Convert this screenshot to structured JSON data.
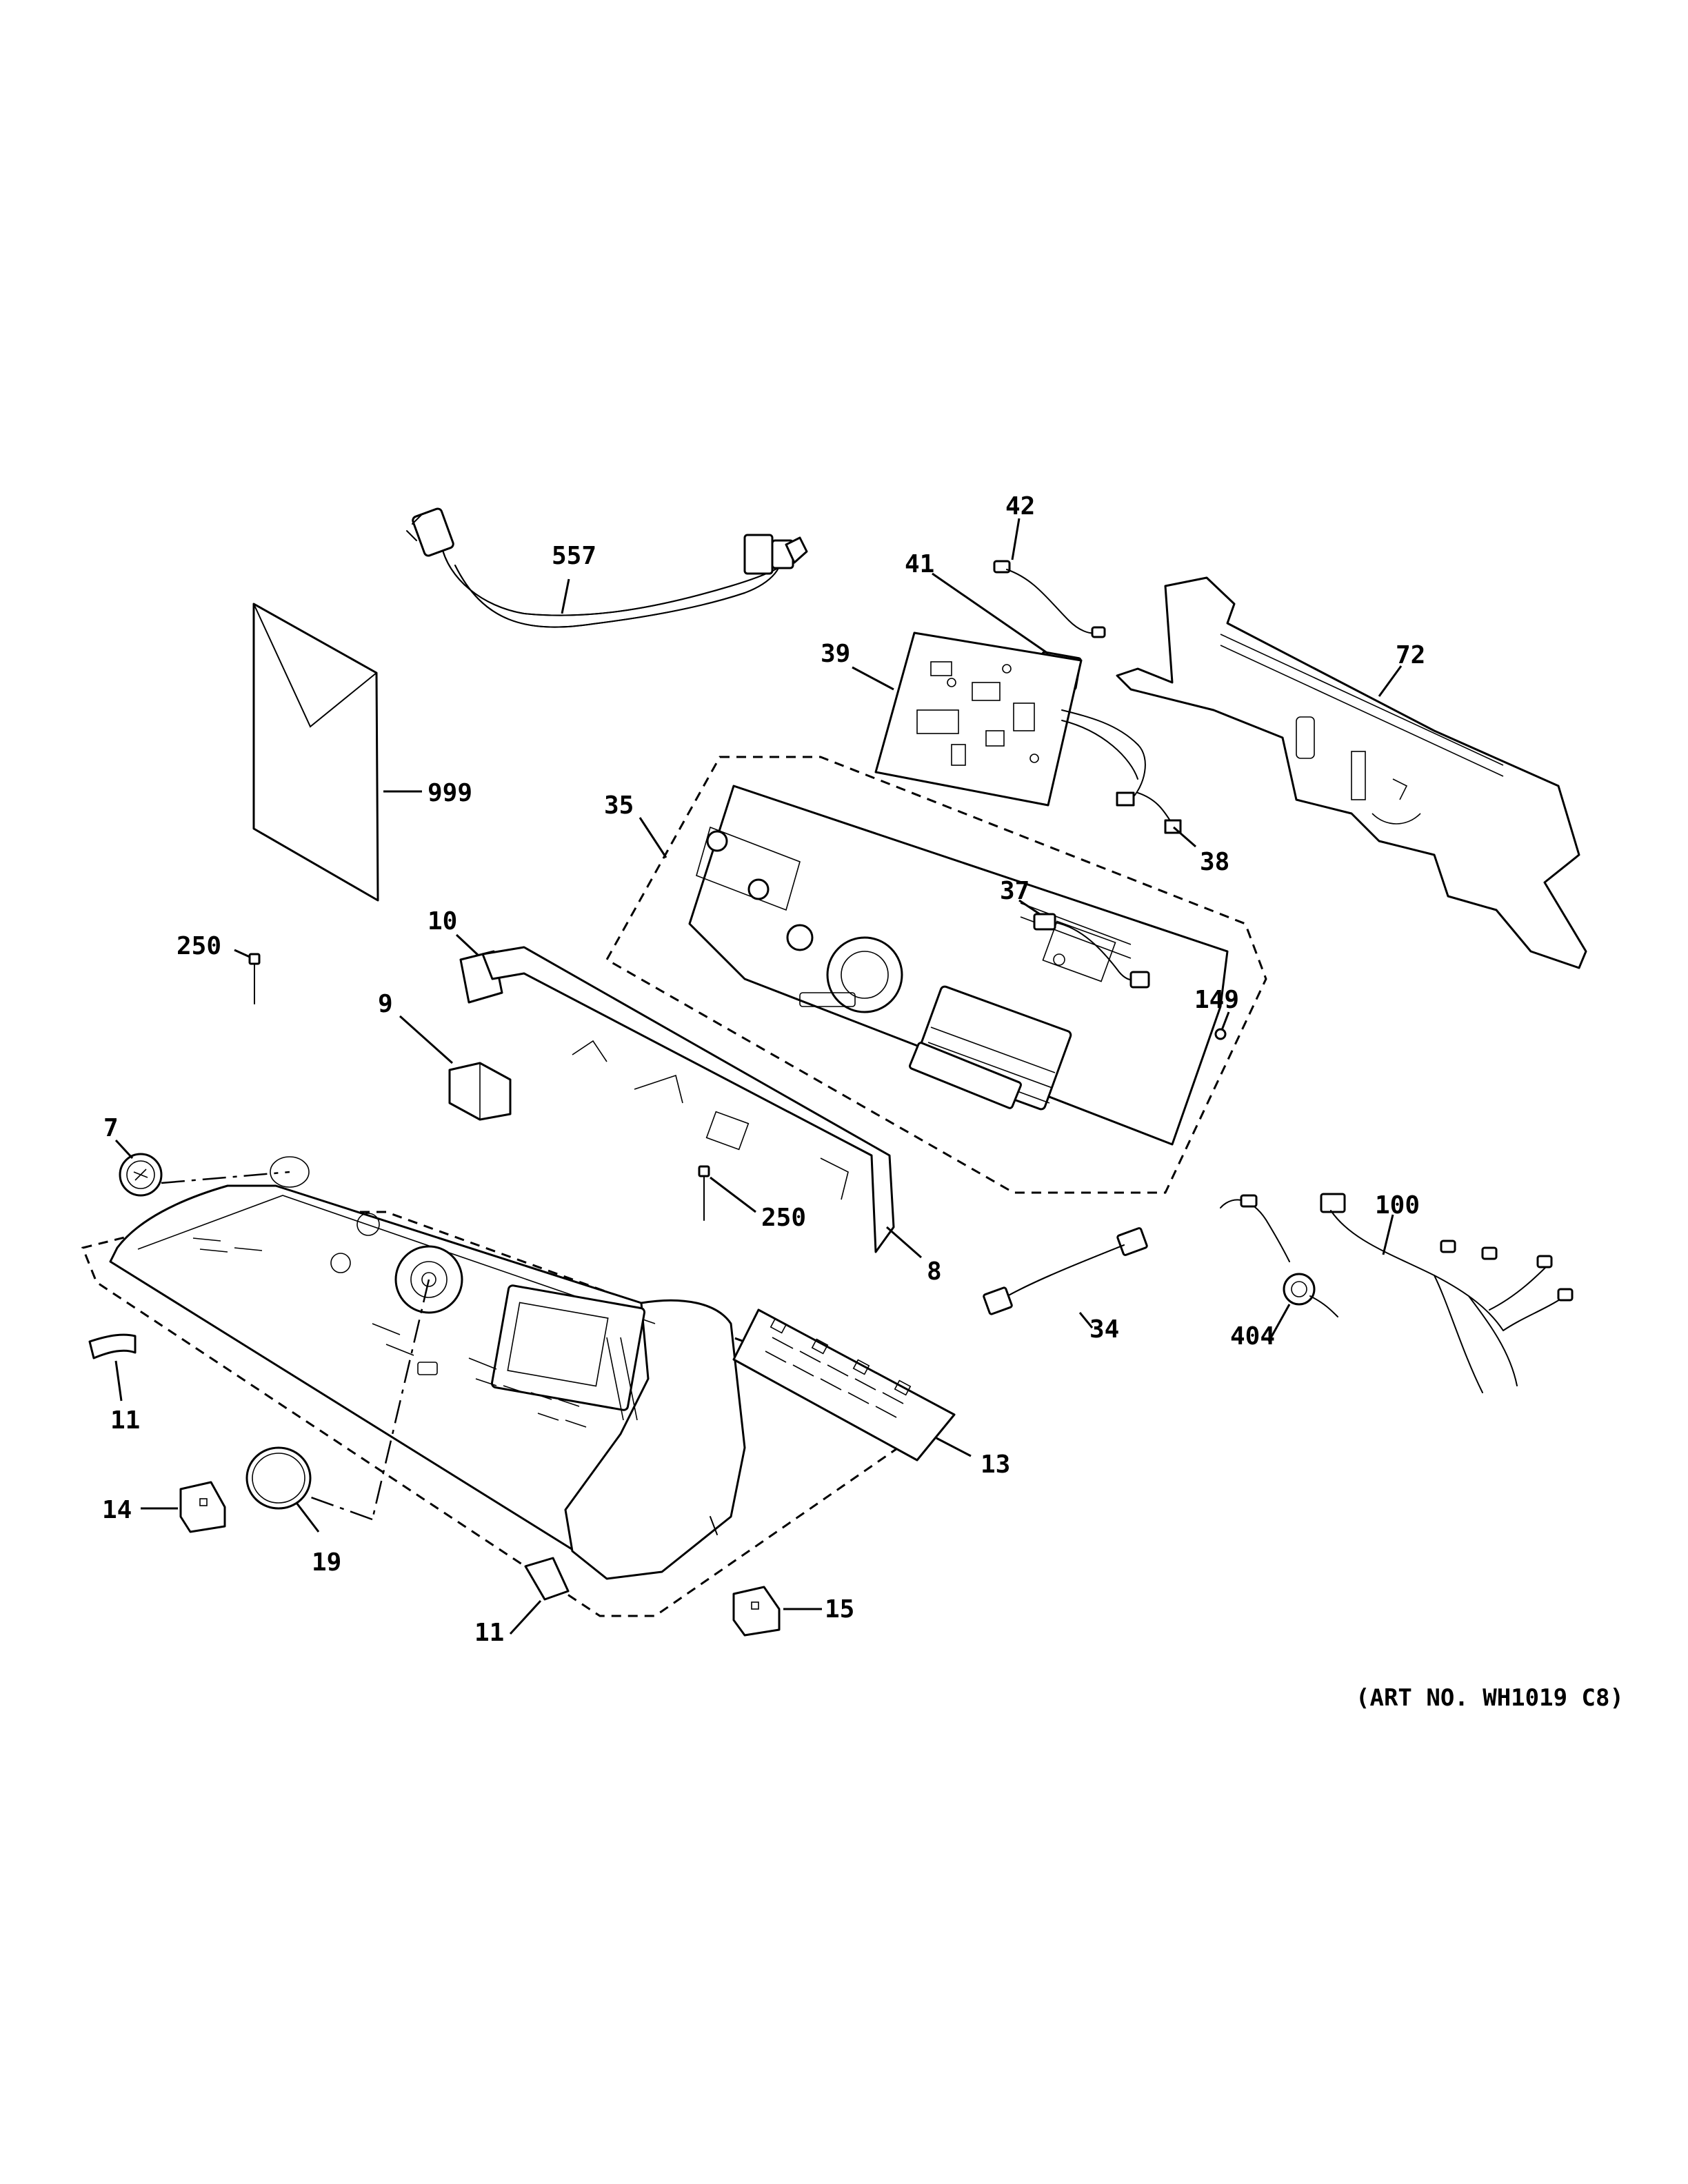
{
  "diagram": {
    "art_number": "(ART NO. WH1019 C8)",
    "callouts": [
      {
        "id": "557",
        "label": "557"
      },
      {
        "id": "42",
        "label": "42"
      },
      {
        "id": "41",
        "label": "41"
      },
      {
        "id": "39",
        "label": "39"
      },
      {
        "id": "72",
        "label": "72"
      },
      {
        "id": "999",
        "label": "999"
      },
      {
        "id": "35",
        "label": "35"
      },
      {
        "id": "38",
        "label": "38"
      },
      {
        "id": "37",
        "label": "37"
      },
      {
        "id": "10",
        "label": "10"
      },
      {
        "id": "250a",
        "label": "250"
      },
      {
        "id": "149",
        "label": "149"
      },
      {
        "id": "9",
        "label": "9"
      },
      {
        "id": "7",
        "label": "7"
      },
      {
        "id": "250b",
        "label": "250"
      },
      {
        "id": "100",
        "label": "100"
      },
      {
        "id": "8",
        "label": "8"
      },
      {
        "id": "34",
        "label": "34"
      },
      {
        "id": "404",
        "label": "404"
      },
      {
        "id": "11a",
        "label": "11"
      },
      {
        "id": "13",
        "label": "13"
      },
      {
        "id": "14",
        "label": "14"
      },
      {
        "id": "19",
        "label": "19"
      },
      {
        "id": "11b",
        "label": "11"
      },
      {
        "id": "15",
        "label": "15"
      }
    ]
  }
}
